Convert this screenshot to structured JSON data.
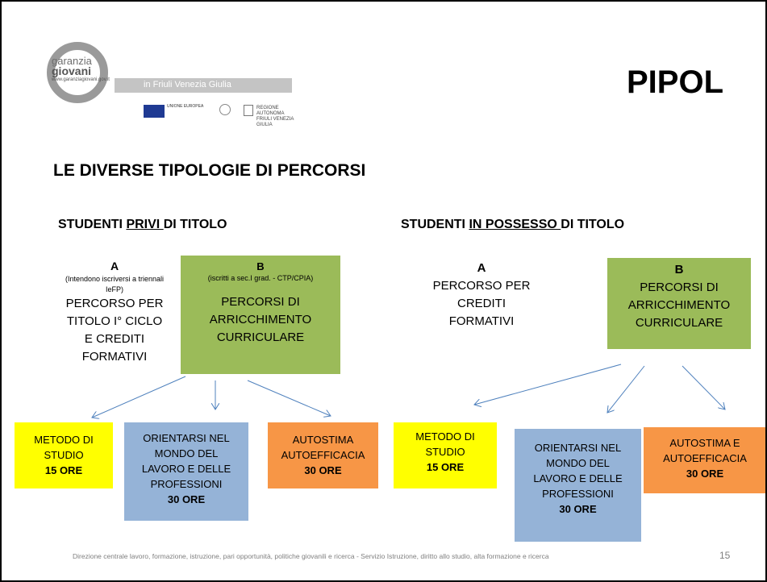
{
  "logo": {
    "brand_line1": "garanzia",
    "brand_line2": "giovani",
    "brand_url": "www.garanziagiovani.gov.it",
    "region_bar": "in Friuli Venezia Giulia",
    "eu_label": "UNIONE EUROPEA",
    "fvg_label": "REGIONE AUTONOMA FRIULI VENEZIA GIULIA"
  },
  "title": "PIPOL",
  "subtitle": "LE DIVERSE TIPOLOGIE DI PERCORSI",
  "left": {
    "heading_pre": "STUDENTI ",
    "heading_u": "PRIVI ",
    "heading_post": "DI TITOLO",
    "a": {
      "letter": "A",
      "note": "(Intendono iscriversi a triennali IeFP)",
      "text_lines": [
        "PERCORSO PER",
        "TITOLO I° CICLO",
        "E CREDITI",
        "FORMATIVI"
      ]
    },
    "b": {
      "letter": "B",
      "note": "(iscritti a sec.I grad. - CTP/CPIA)",
      "text_lines": [
        "PERCORSI DI",
        "ARRICCHIMENTO",
        "CURRICULARE"
      ]
    },
    "boxes": [
      {
        "lines": [
          "METODO DI",
          "STUDIO"
        ],
        "hours": "15 ORE"
      },
      {
        "lines": [
          "ORIENTARSI NEL",
          "MONDO DEL",
          "LAVORO E DELLE",
          "PROFESSIONI"
        ],
        "hours": "30 ORE"
      },
      {
        "lines": [
          "AUTOSTIMA",
          "AUTOEFFICACIA"
        ],
        "hours": "30 ORE"
      }
    ]
  },
  "right": {
    "heading_pre": "STUDENTI ",
    "heading_u": "IN POSSESSO ",
    "heading_post": "DI TITOLO",
    "a": {
      "letter": "A",
      "text_lines": [
        "PERCORSO PER",
        "CREDITI",
        "FORMATIVI"
      ]
    },
    "b": {
      "letter": "B",
      "text_lines": [
        "PERCORSI DI",
        "ARRICCHIMENTO",
        "CURRICULARE"
      ]
    },
    "boxes": [
      {
        "lines": [
          "METODO DI",
          "STUDIO"
        ],
        "hours": "15 ORE"
      },
      {
        "lines": [
          "ORIENTARSI NEL",
          "MONDO DEL",
          "LAVORO E DELLE",
          "PROFESSIONI"
        ],
        "hours": "30 ORE"
      },
      {
        "lines": [
          "AUTOSTIMA E",
          "AUTOEFFICACIA"
        ],
        "hours": "30 ORE"
      }
    ]
  },
  "footer": "Direzione centrale lavoro, formazione, istruzione, pari opportunità, politiche giovanili  e ricerca - Servizio Istruzione, diritto allo studio, alta formazione e ricerca",
  "page_number": "15",
  "colors": {
    "green": "#9bbb59",
    "yellow": "#ffff00",
    "blue": "#95b3d7",
    "orange": "#f79646",
    "arrow": "#4f81bd"
  }
}
